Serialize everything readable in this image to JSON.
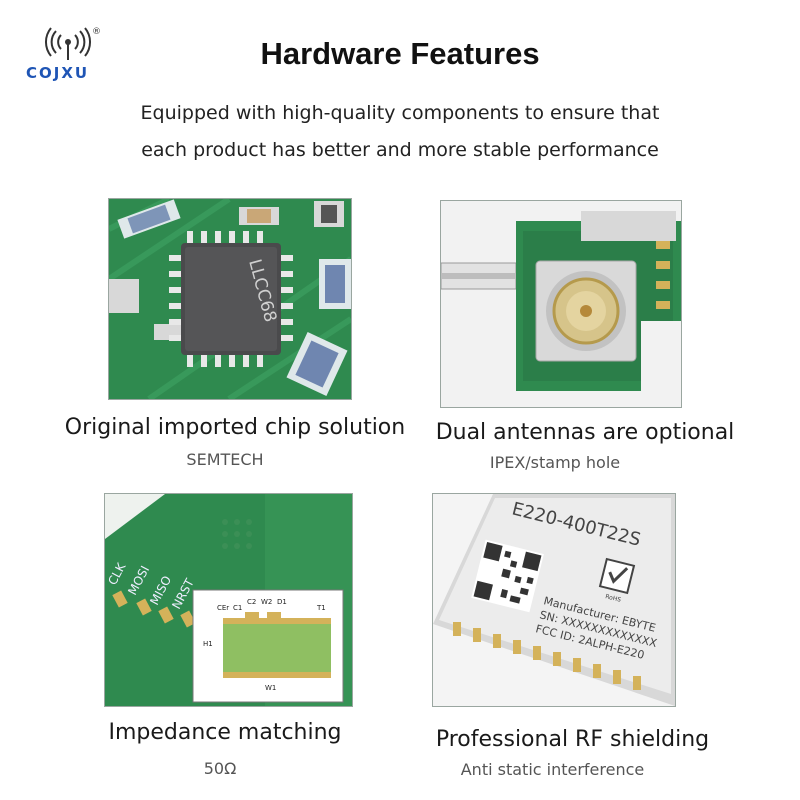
{
  "brand": {
    "logo_text": "COJXU",
    "registered_mark": "®"
  },
  "header": {
    "title": "Hardware Features",
    "subtitle_line1": "Equipped with high-quality components to ensure that",
    "subtitle_line2": "each product has better and more stable performance"
  },
  "features": [
    {
      "title": "Original imported chip solution",
      "subtitle": "SEMTECH",
      "chip_marking": "LLCC68"
    },
    {
      "title": "Dual antennas are optional",
      "subtitle": "IPEX/stamp hole"
    },
    {
      "title": "Impedance matching",
      "subtitle": "50Ω",
      "pin_labels": [
        "CLK",
        "MOSI",
        "MISO",
        "NRST"
      ],
      "diagram_labels": [
        "CEr",
        "C1",
        "C2",
        "W2",
        "D1",
        "T1",
        "H1",
        "W1"
      ]
    },
    {
      "title": "Professional RF shielding",
      "subtitle": "Anti static interference",
      "model": "E220-400T22S",
      "manufacturer": "Manufacturer: EBYTE",
      "serial": "SN: XXXXXXXXXXXXX",
      "fcc": "FCC ID: 2ALPH-E220",
      "rohs": "RoHS"
    }
  ],
  "colors": {
    "brand_blue": "#1f55b5",
    "pcb_green": "#2f8a4f",
    "pad_gold": "#d4b25a"
  }
}
